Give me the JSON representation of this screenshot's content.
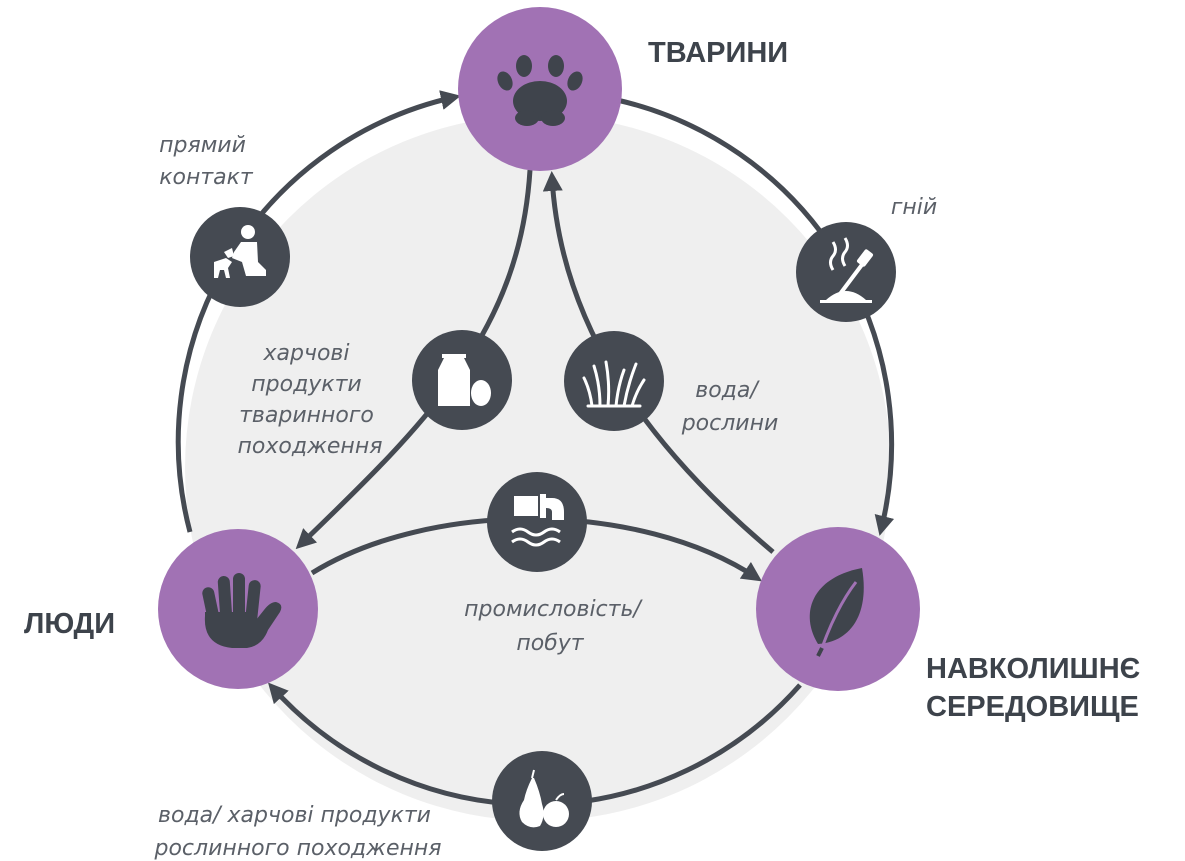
{
  "colors": {
    "node_fill": "#a172b4",
    "path_icon_fill": "#454a52",
    "ring_fill": "#efefef",
    "link_stroke": "#454a52",
    "icon_dark": "#3f444c",
    "label_text": "#3d434b"
  },
  "nodes": {
    "animals": {
      "label": "ТВАРИНИ",
      "icon": "paw-icon"
    },
    "people": {
      "label": "ЛЮДИ",
      "icon": "hand-icon"
    },
    "environment": {
      "label_lines": [
        "НАВКОЛИШНЄ",
        "СЕРЕДОВИЩЕ"
      ],
      "icon": "leaf-icon"
    }
  },
  "paths": {
    "direct_contact": {
      "lines": [
        "прямий",
        "контакт"
      ],
      "icon": "person-with-dog-icon"
    },
    "manure": {
      "lines": [
        "гній"
      ],
      "icon": "manure-shovel-icon"
    },
    "animal_food": {
      "lines": [
        "харчові",
        "продукти",
        "тваринного",
        "походження"
      ],
      "icon": "milk-and-egg-icon"
    },
    "water_plants": {
      "lines": [
        "вода/",
        "рослини"
      ],
      "icon": "grass-icon"
    },
    "industry": {
      "lines": [
        "промисловість/",
        "побут"
      ],
      "icon": "industrial-pipe-icon"
    },
    "plant_food": {
      "lines": [
        "вода/ харчові продукти",
        "рослинного походження"
      ],
      "icon": "pear-apple-icon"
    }
  }
}
